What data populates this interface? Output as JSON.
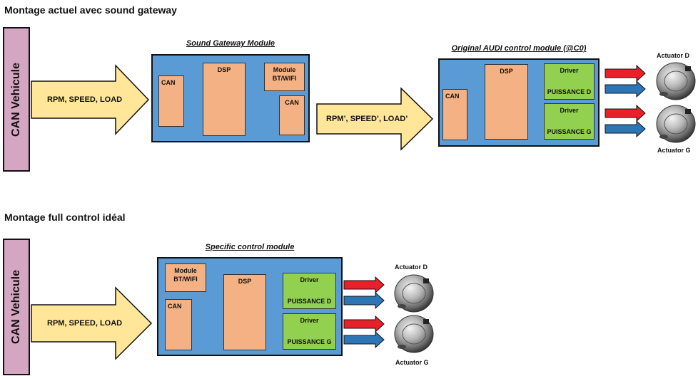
{
  "section1": {
    "title": "Montage actuel avec sound gateway",
    "can_bar": "CAN Vehicule",
    "input_arrow": "RPM, SPEED, LOAD",
    "gateway": {
      "title": "Sound Gateway Module",
      "can_left": "CAN",
      "dsp": "DSP",
      "module_bt": "Module BT/WIFI",
      "can_right": "CAN"
    },
    "middle_arrow": "RPM’, SPEED’, LOAD’",
    "audi": {
      "title": "Original AUDI control module (@C0)",
      "can": "CAN",
      "dsp": "DSP",
      "driver_d": {
        "l1": "Driver",
        "l2": "PUISSANCE D"
      },
      "driver_g": {
        "l1": "Driver",
        "l2": "PUISSANCE G"
      }
    },
    "actuator_d": "Actuator D",
    "actuator_g": "Actuator G"
  },
  "section2": {
    "title": "Montage full control idéal",
    "can_bar": "CAN Vehicule",
    "input_arrow": "RPM, SPEED, LOAD",
    "specific": {
      "title": "Specific control module",
      "module_bt": "Module BT/WIFI",
      "can": "CAN",
      "dsp": "DSP",
      "driver_d": {
        "l1": "Driver",
        "l2": "PUISSANCE D"
      },
      "driver_g": {
        "l1": "Driver",
        "l2": "PUISSANCE G"
      }
    },
    "actuator_d": "Actuator D",
    "actuator_g": "Actuator G"
  },
  "colors": {
    "can_bar": "#d5a6c1",
    "module_bg": "#5b9bd5",
    "block": "#f4b183",
    "driver": "#92d050",
    "big_arrow": "#ffe699",
    "red_arrow": "#e8202a",
    "blue_arrow": "#2e75b6"
  }
}
